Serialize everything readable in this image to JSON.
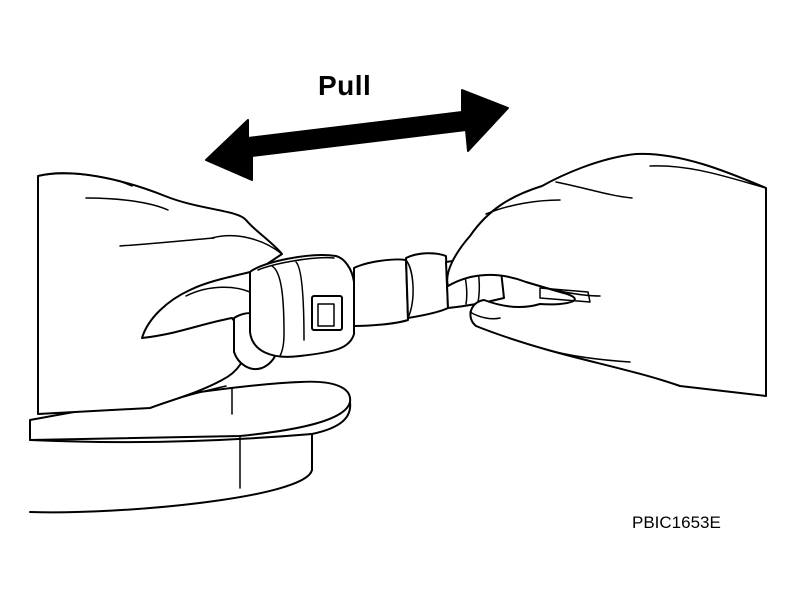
{
  "diagram": {
    "instruction_label": "Pull",
    "figure_code": "PBIC1653E"
  },
  "icons": {
    "direction_arrow": "double-headed-arrow",
    "hands": "two-hands-gripping-connector"
  },
  "colors": {
    "line": "#000000",
    "background": "#ffffff"
  }
}
